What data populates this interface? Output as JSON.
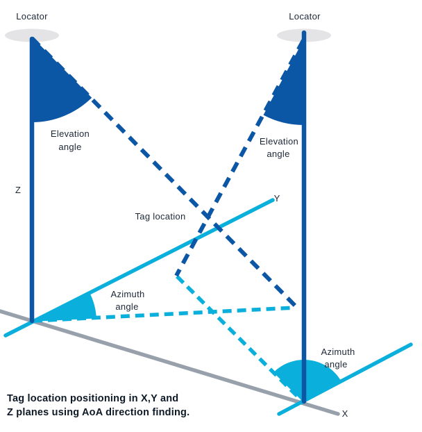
{
  "colors": {
    "blue": "#0c57a5",
    "cyan": "#0bafdb",
    "gray": "#98a1ab",
    "ellipse_gray": "#e4e4e6",
    "label_text": "#1c2736",
    "caption_text": "#0e1926"
  },
  "labels": {
    "locator_left": "Locator",
    "locator_right": "Locator",
    "elevation_left": [
      "Elevation",
      "angle"
    ],
    "elevation_right": [
      "Elevation",
      "angle"
    ],
    "azimuth_left": [
      "Azimuth",
      "angle"
    ],
    "azimuth_right": [
      "Azimuth",
      "angle"
    ],
    "tag": "Tag location",
    "axis_x": "X",
    "axis_y": "Y",
    "axis_z": "Z"
  },
  "caption": {
    "lines": [
      "Tag location positioning in X,Y and",
      "Z planes using AoA direction finding."
    ]
  }
}
